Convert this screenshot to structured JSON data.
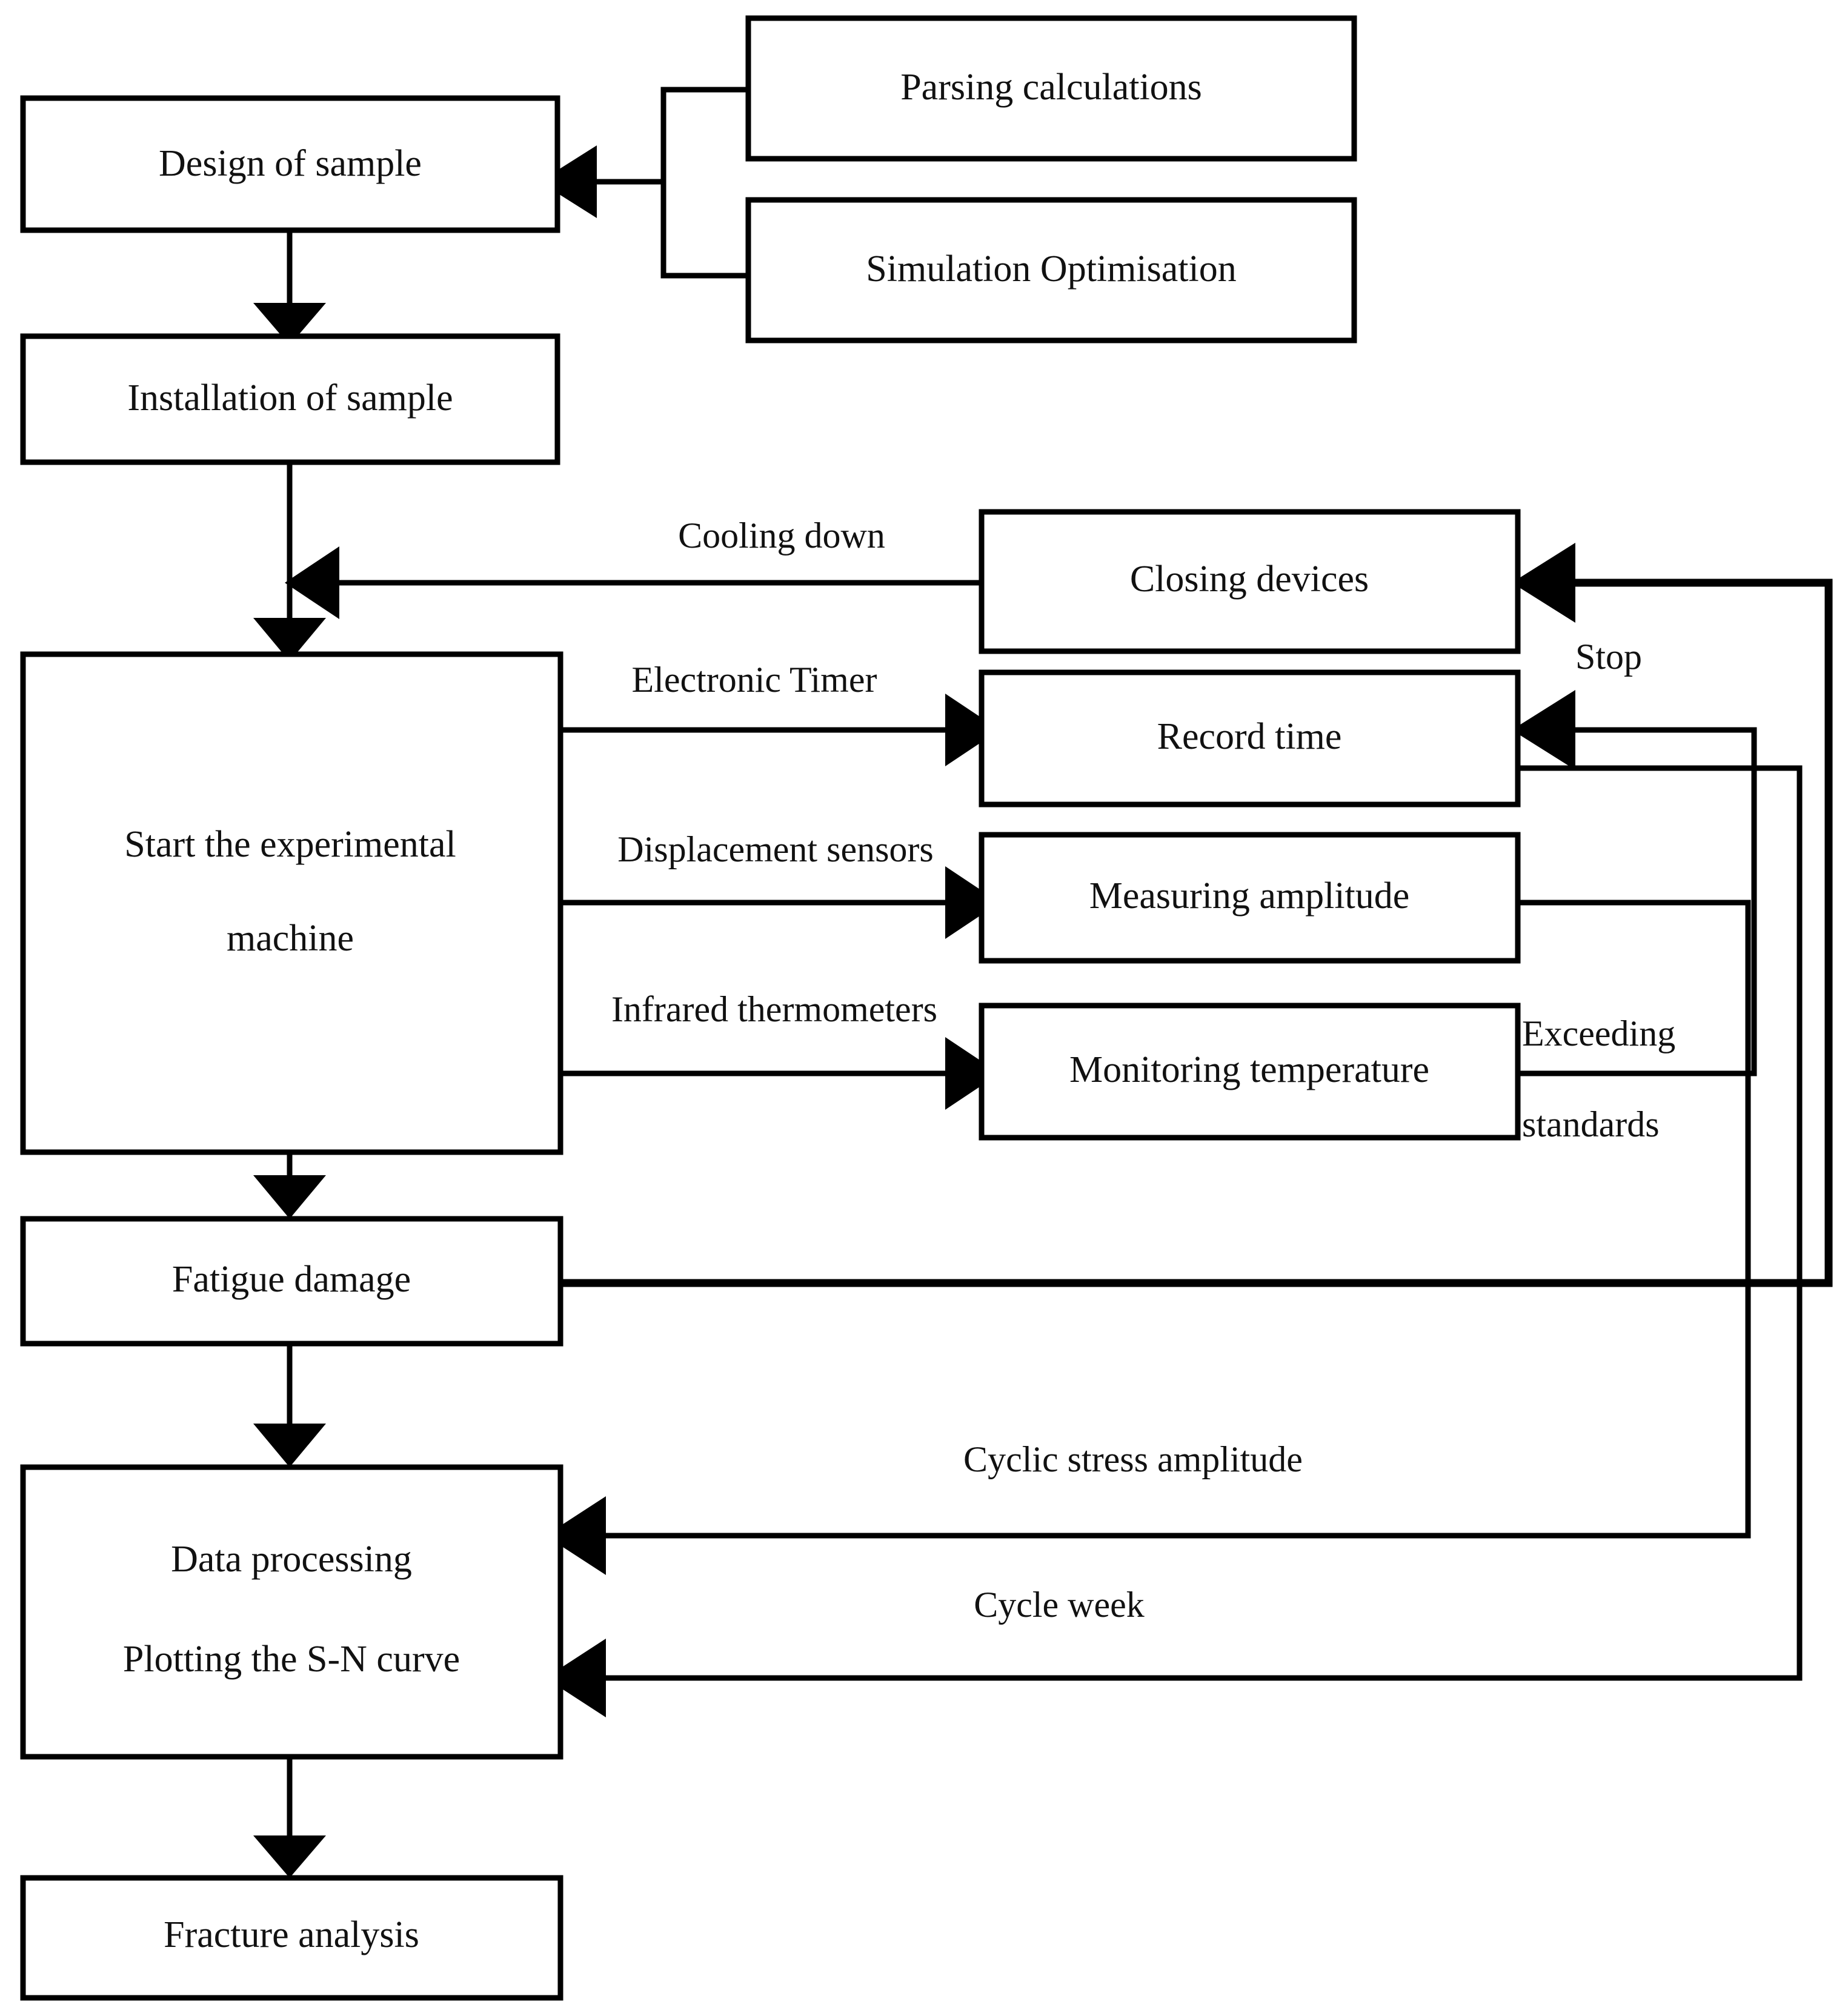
{
  "diagram": {
    "type": "flowchart",
    "title": "Fatigue testing experimental procedure flowchart",
    "background_color": "#ffffff",
    "line_color": "#000000",
    "nodes": [
      {
        "id": "design",
        "label": "Design of sample"
      },
      {
        "id": "parsing",
        "label": "Parsing calculations"
      },
      {
        "id": "simulation",
        "label": "Simulation Optimisation"
      },
      {
        "id": "installation",
        "label": "Installation of sample"
      },
      {
        "id": "start_line1",
        "label": "Start the experimental"
      },
      {
        "id": "start_line2",
        "label": "machine"
      },
      {
        "id": "closing",
        "label": "Closing devices"
      },
      {
        "id": "record",
        "label": "Record time"
      },
      {
        "id": "measuring",
        "label": "Measuring amplitude"
      },
      {
        "id": "monitoring",
        "label": "Monitoring temperature"
      },
      {
        "id": "fatigue",
        "label": "Fatigue damage"
      },
      {
        "id": "data_line1",
        "label": "Data processing"
      },
      {
        "id": "data_line2",
        "label": "Plotting the S-N curve"
      },
      {
        "id": "fracture",
        "label": "Fracture analysis"
      }
    ],
    "edge_labels": [
      {
        "id": "cooling",
        "label": "Cooling down"
      },
      {
        "id": "timer",
        "label": "Electronic Timer"
      },
      {
        "id": "displ",
        "label": "Displacement sensors"
      },
      {
        "id": "infrared",
        "label": "Infrared thermometers"
      },
      {
        "id": "stop",
        "label": "Stop"
      },
      {
        "id": "exceeding",
        "label": "Exceeding"
      },
      {
        "id": "standards",
        "label": "standards"
      },
      {
        "id": "cyclic",
        "label": "Cyclic stress amplitude"
      },
      {
        "id": "cycleweek",
        "label": "Cycle week"
      }
    ]
  }
}
